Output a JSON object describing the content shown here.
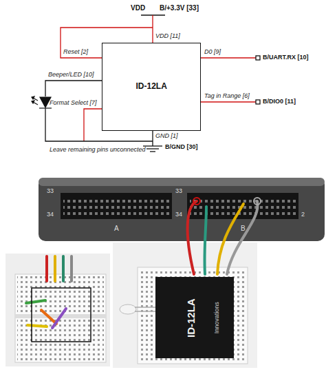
{
  "diagram": {
    "nodes": [
      {
        "text": [
          "ID-12LA"
        ]
      },
      {
        "text": [
          "ID-12LA",
          "Innovations"
        ]
      }
    ],
    "labels": [
      "VDD",
      "B/+3.3V [33]",
      "VDD [11]",
      "Reset [2]",
      "Beeper/LED [10]",
      "Format Select [7]",
      "D0 [9]",
      "Tag in Range [6]",
      "GND [1]",
      "B/UART.RX [10]",
      "B/DIO0 [11]",
      "B/GND [30]",
      "Leave remaining pins unconnected",
      "33",
      "34",
      "A",
      "33",
      "34",
      "B",
      "2"
    ]
  }
}
